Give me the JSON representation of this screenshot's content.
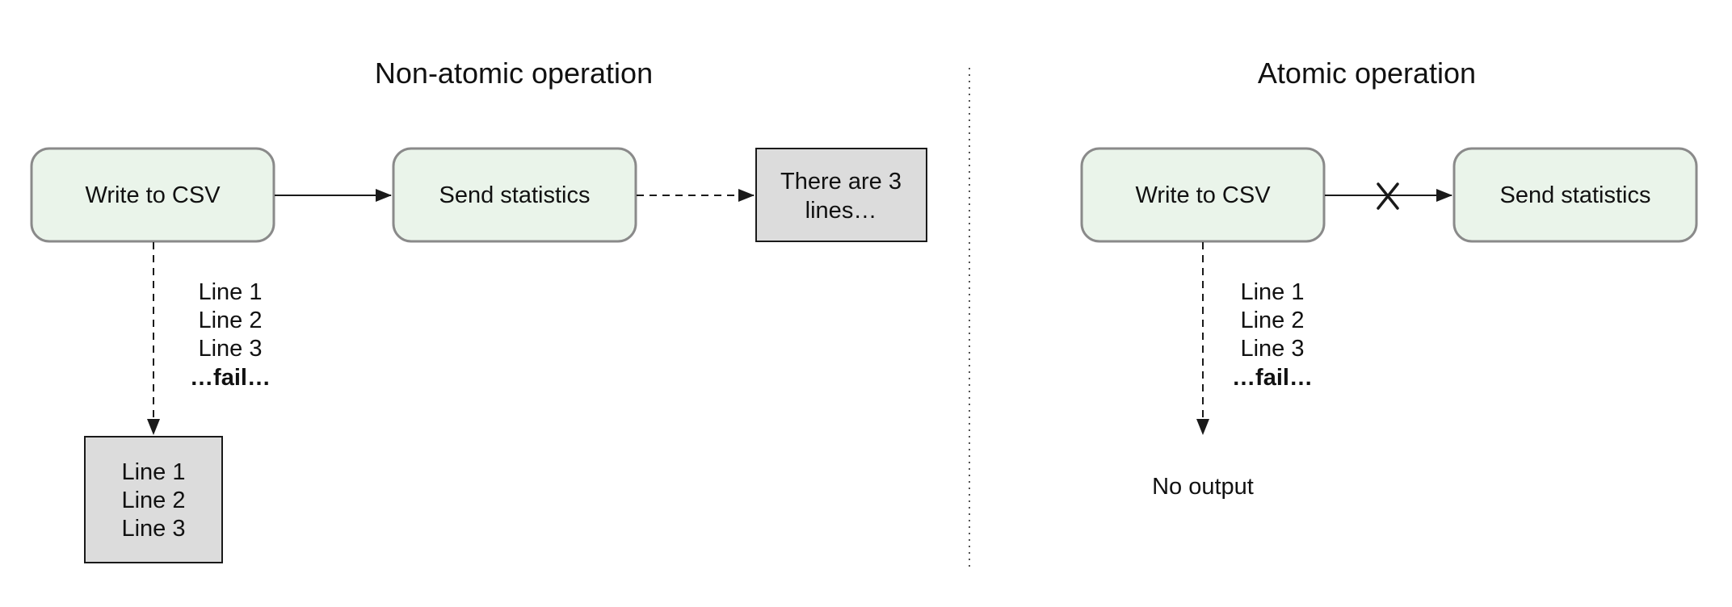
{
  "left_panel": {
    "title": "Non-atomic operation",
    "write_node": "Write to CSV",
    "send_node": "Send statistics",
    "stats_output_lines": [
      "There are 3",
      "lines…"
    ],
    "written_lines": [
      "Line 1",
      "Line 2",
      "Line 3"
    ],
    "fail_label": "…fail…",
    "file_output_lines": [
      "Line 1",
      "Line 2",
      "Line 3"
    ]
  },
  "right_panel": {
    "title": "Atomic operation",
    "write_node": "Write to CSV",
    "send_node": "Send statistics",
    "written_lines": [
      "Line 1",
      "Line 2",
      "Line 3"
    ],
    "fail_label": "…fail…",
    "no_output_label": "No output"
  },
  "colors": {
    "process_fill": "#eaf4ea",
    "process_border": "#8a8a8a",
    "output_fill": "#dcdcdc"
  }
}
